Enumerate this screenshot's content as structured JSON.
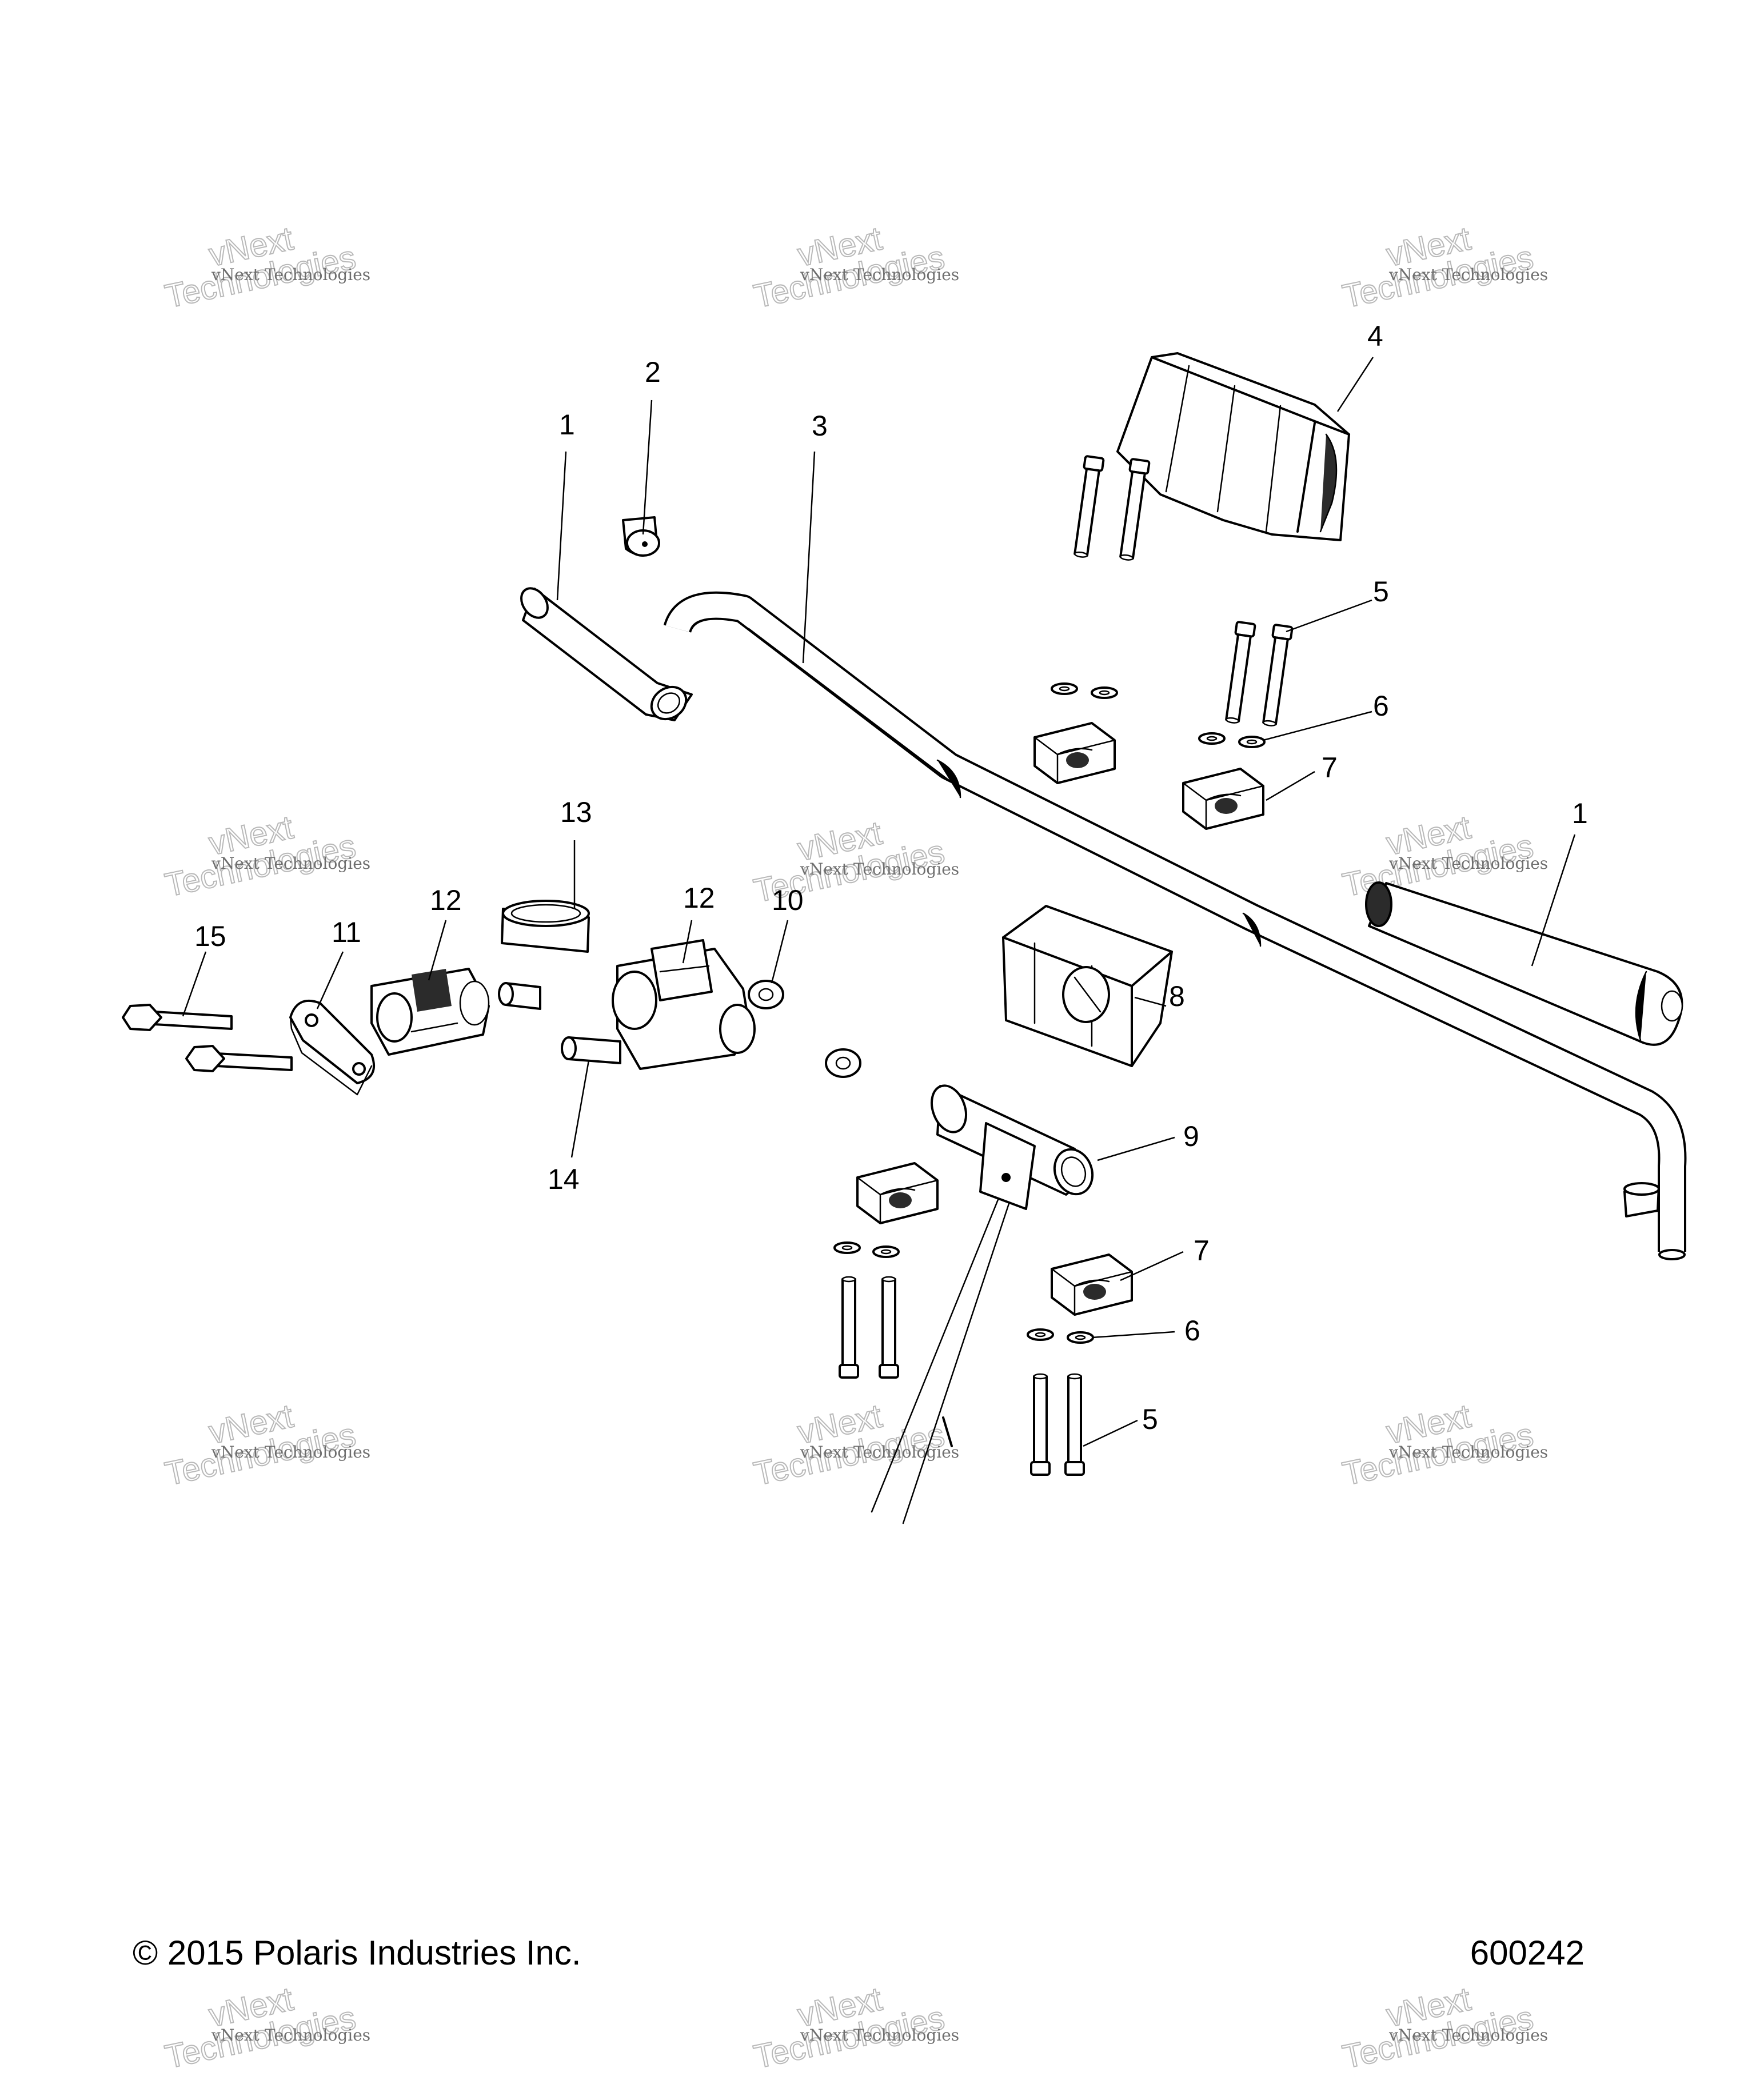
{
  "callouts": {
    "grip_left": "1",
    "grip_right": "1",
    "end_plug": "2",
    "handlebar": "3",
    "pad_cover": "4",
    "bolt_upper": "5",
    "bolt_lower": "5",
    "washer_upper": "6",
    "washer_lower": "6",
    "clamp_upper": "7",
    "clamp_lower": "7",
    "pad_mount": "8",
    "crossbar": "9",
    "bushing_small": "10",
    "plate": "11",
    "riser_left": "12",
    "riser_right": "12",
    "ring": "13",
    "spacer": "14",
    "bolt_long": "15"
  },
  "watermark": {
    "line1": "vNext Technologies",
    "line2": "Technologies"
  },
  "footer": {
    "copyright": "© 2015 Polaris Industries Inc.",
    "figure_id": "600242"
  }
}
